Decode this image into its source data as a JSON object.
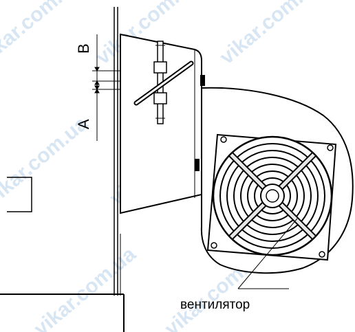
{
  "labels": {
    "dimension_a": "A",
    "dimension_b": "B",
    "fan": "вентилятор"
  },
  "watermark": {
    "text": "vikar.com.ua",
    "color": "#b9d3ea"
  },
  "colors": {
    "line": "#000000",
    "fan_grille_fill": "#e8e8e8",
    "housing_shade": "#f4f4f4"
  }
}
